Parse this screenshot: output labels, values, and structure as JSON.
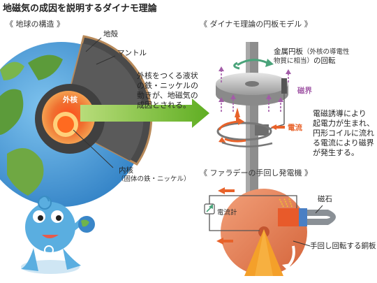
{
  "page_title": "地磁気の成因を説明するダイナモ理論",
  "earth_section": {
    "heading": "《 地球の構造 》",
    "crust": "地殻",
    "mantle": "マントル",
    "outer_core": "外核",
    "inner_core": "内核",
    "inner_core_note": "（固体の鉄・ニッケル）",
    "explanation": [
      "外核をつくる液状",
      "の鉄・ニッケルの",
      "動きが、地磁気の",
      "成因とされる。"
    ]
  },
  "disk_section": {
    "heading": "《 ダイナモ理論の円板モデル 》",
    "disk_label": "金属円板",
    "disk_note_1": "（外核の導電性",
    "disk_note_2": "物質に相当）",
    "rotation": "の回転",
    "magnetic_field": "磁界",
    "current": "電流",
    "explanation": [
      "電磁誘導により",
      "起電力が生まれ、",
      "円形コイルに流れ",
      "る電流により磁界",
      "が発生する。"
    ]
  },
  "faraday_section": {
    "heading": "《 ファラデーの手回し発電機 》",
    "ammeter": "電流計",
    "magnet": "磁石",
    "hand_disk": "手回し回転する銅板"
  },
  "colors": {
    "arrow_green": "#6fb62e",
    "arrow_orange": "#e8622a",
    "field_purple": "#a35ca8",
    "core_orange": "#f07030",
    "mascot_blue": "#5aaee0"
  }
}
